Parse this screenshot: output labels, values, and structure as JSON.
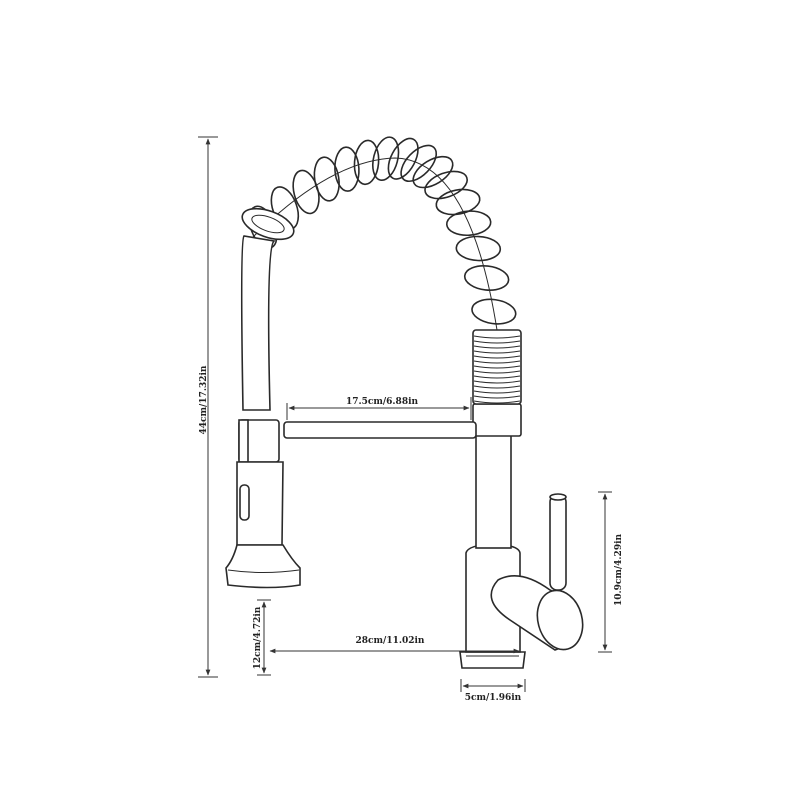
{
  "dimensions": {
    "total_height": "44cm/17.32in",
    "spout_reach": "17.5cm/6.88in",
    "handle_height": "10.9cm/4.29in",
    "sprayer_height": "12cm/4.72in",
    "base_to_sprayer": "28cm/11.02in",
    "base_diameter": "5cm/1.96in"
  }
}
